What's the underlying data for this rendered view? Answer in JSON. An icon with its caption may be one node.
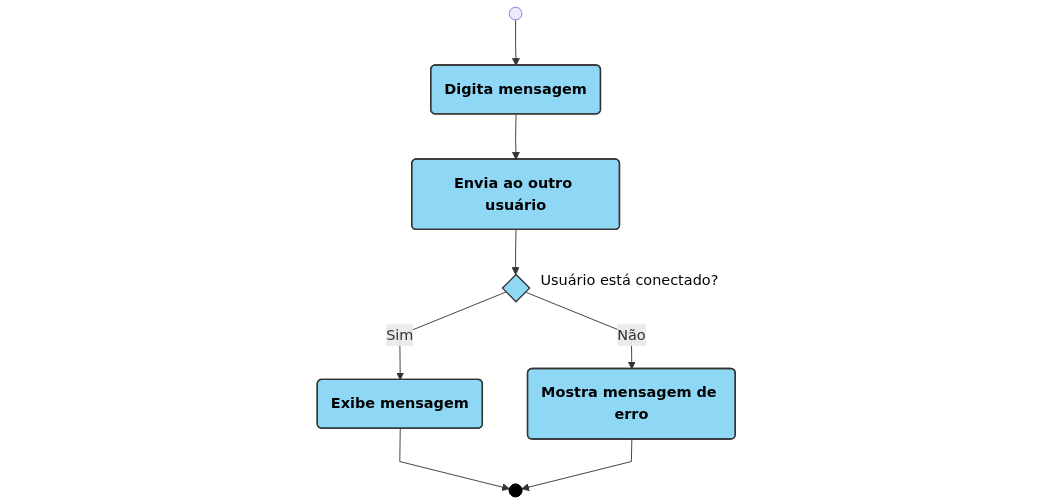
{
  "diagram": {
    "nodes": [
      {
        "text": [],
        "shape": "circle"
      },
      {
        "text": [
          "Digita mensagem"
        ]
      },
      {
        "text": [
          "Envia ao outro usuário"
        ]
      },
      {
        "text": [],
        "shape": "diamond",
        "beside": [
          "Usuário está conectado?"
        ]
      },
      {
        "text": [
          "Exibe mensagem"
        ]
      },
      {
        "text": [
          "Mostra mensagem de erro"
        ]
      },
      {
        "text": [],
        "shape": "circle"
      }
    ],
    "edges": [
      {
        "from": 0,
        "to": 1,
        "arrow": "to"
      },
      {
        "from": 1,
        "to": 2,
        "arrow": "to"
      },
      {
        "from": 2,
        "to": 3,
        "arrow": "to"
      },
      {
        "from": 3,
        "to": 4,
        "arrow": "to",
        "label": "Sim"
      },
      {
        "from": 3,
        "to": 5,
        "arrow": "to",
        "label": "Não"
      },
      {
        "from": 4,
        "to": 6,
        "arrow": "to"
      },
      {
        "from": 5,
        "to": 6,
        "arrow": "to"
      }
    ]
  }
}
